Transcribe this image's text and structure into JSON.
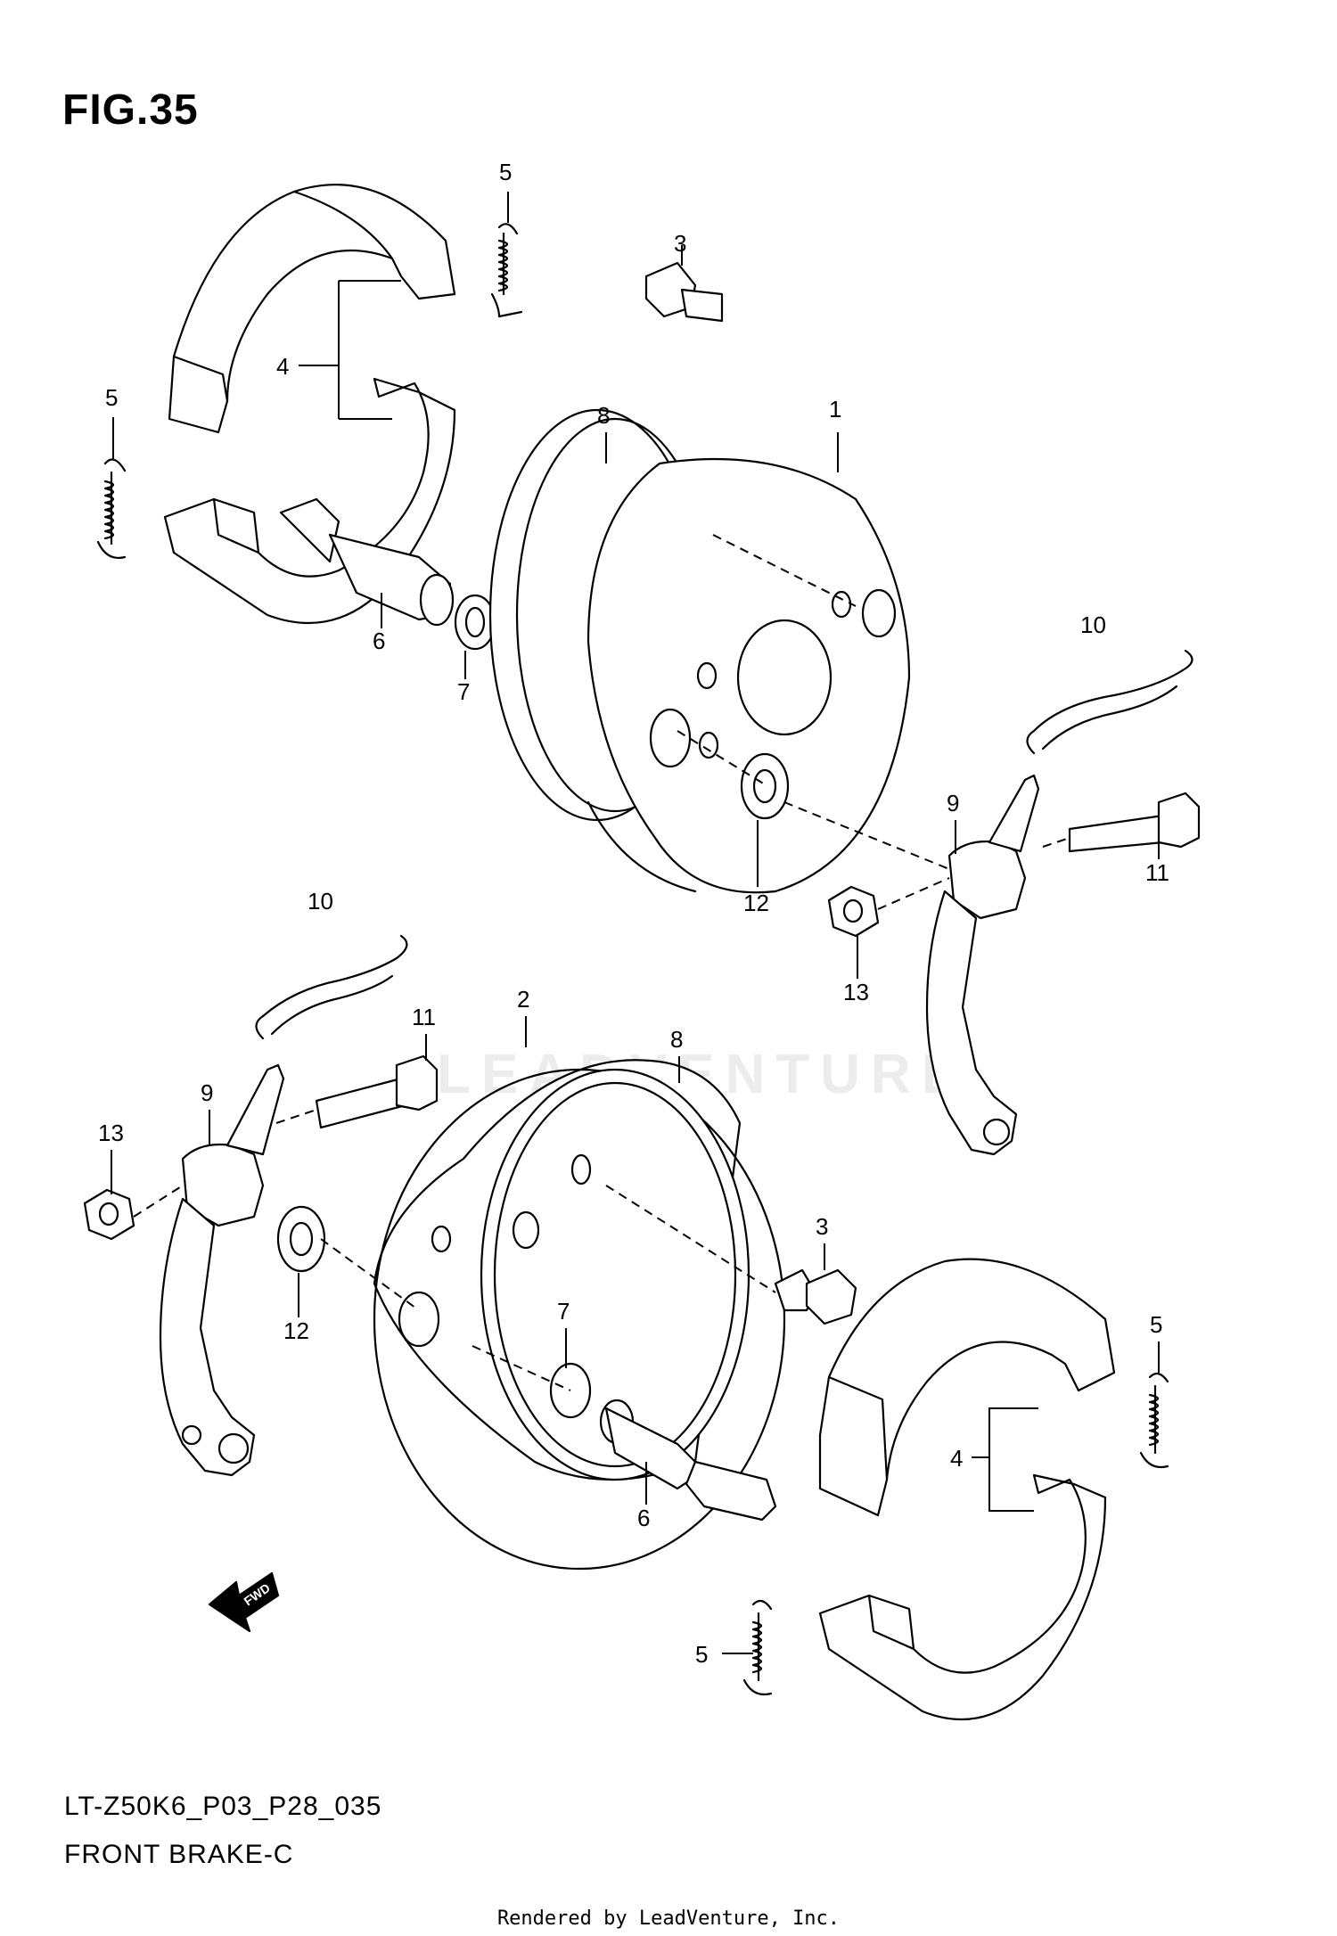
{
  "figure": {
    "title": "FIG.35"
  },
  "callouts": [
    {
      "id": "c1",
      "label": "1"
    },
    {
      "id": "c3a",
      "label": "3"
    },
    {
      "id": "c4a",
      "label": "4"
    },
    {
      "id": "c5a",
      "label": "5"
    },
    {
      "id": "c5b",
      "label": "5"
    },
    {
      "id": "c6a",
      "label": "6"
    },
    {
      "id": "c7a",
      "label": "7"
    },
    {
      "id": "c8a",
      "label": "8"
    },
    {
      "id": "c10a",
      "label": "10"
    },
    {
      "id": "c9a",
      "label": "9"
    },
    {
      "id": "c11a",
      "label": "11"
    },
    {
      "id": "c12a",
      "label": "12"
    },
    {
      "id": "c13a",
      "label": "13"
    },
    {
      "id": "c10b",
      "label": "10"
    },
    {
      "id": "c2",
      "label": "2"
    },
    {
      "id": "c11b",
      "label": "11"
    },
    {
      "id": "c8b",
      "label": "8"
    },
    {
      "id": "c9b",
      "label": "9"
    },
    {
      "id": "c13b",
      "label": "13"
    },
    {
      "id": "c12b",
      "label": "12"
    },
    {
      "id": "c3b",
      "label": "3"
    },
    {
      "id": "c7b",
      "label": "7"
    },
    {
      "id": "c5c",
      "label": "5"
    },
    {
      "id": "c4b",
      "label": "4"
    },
    {
      "id": "c6b",
      "label": "6"
    },
    {
      "id": "c5d",
      "label": "5"
    }
  ],
  "fwd_badge": "FWD",
  "watermark": "LEADVENTURE",
  "caption": {
    "model": "LT-Z50K6_P03_P28_035",
    "name": "FRONT BRAKE-C"
  },
  "footer": "Rendered by LeadVenture, Inc."
}
